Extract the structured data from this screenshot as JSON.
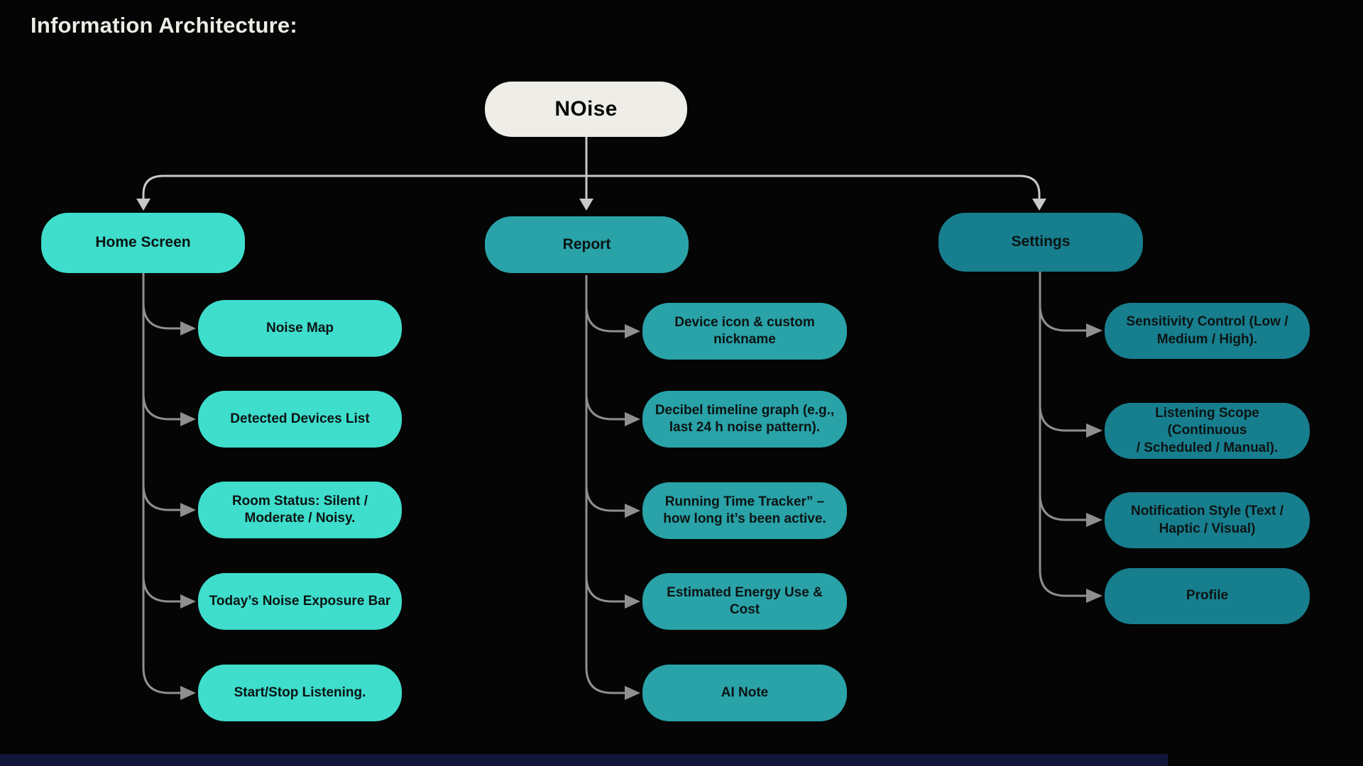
{
  "page": {
    "title": "Information Architecture:"
  },
  "colors": {
    "background": "#050505",
    "root_node_bg": "#efede8",
    "home_column_bg": "#3eddcc",
    "report_column_bg": "#29a2a8",
    "settings_column_bg": "#177e8e",
    "top_connector": "#c8c8c8",
    "child_connector": "#8f8f8f",
    "node_text": "#0c1413",
    "title_text": "#ecebe5"
  },
  "tree": {
    "root": {
      "label": "NOise"
    },
    "branches": [
      {
        "label": "Home Screen",
        "children": [
          "Noise Map",
          "Detected Devices List",
          "Room Status: Silent /\nModerate / Noisy.",
          "Today’s Noise Exposure Bar",
          "Start/Stop Listening."
        ]
      },
      {
        "label": "Report",
        "children": [
          "Device icon & custom\nnickname",
          "Decibel timeline graph (e.g.,\nlast 24 h noise pattern).",
          "Running Time Tracker” –\nhow long it’s been active.",
          "Estimated Energy Use &\nCost",
          "AI Note"
        ]
      },
      {
        "label": "Settings",
        "children": [
          "Sensitivity Control (Low /\nMedium / High).",
          "Listening Scope (Continuous\n/ Scheduled / Manual).",
          "Notification Style (Text /\nHaptic / Visual)",
          "Profile"
        ]
      }
    ]
  }
}
